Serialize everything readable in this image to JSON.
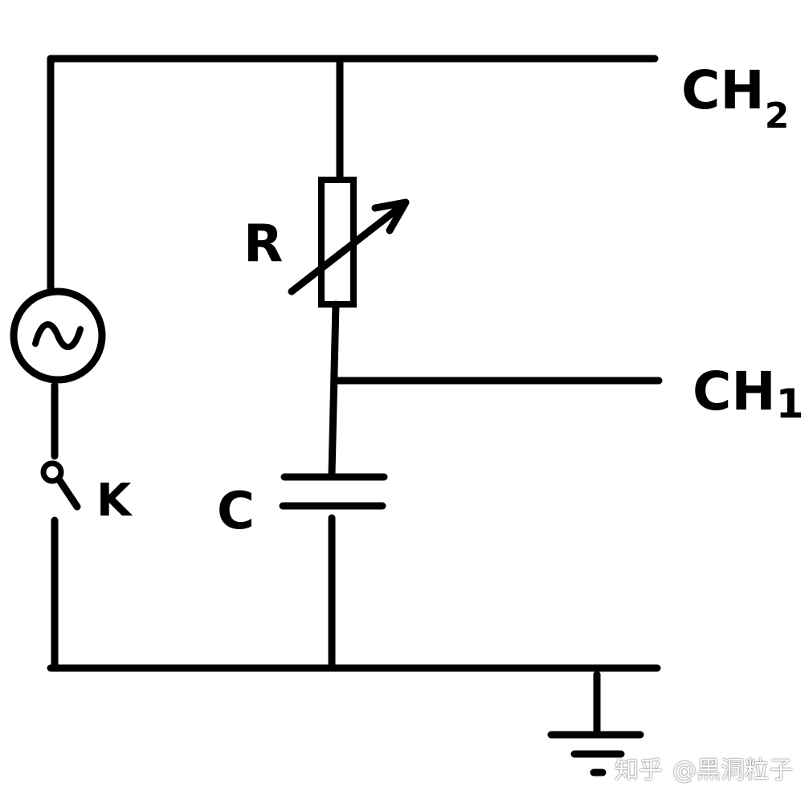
{
  "labels": {
    "resistor": "R",
    "capacitor": "C",
    "switch": "K",
    "channel2_main": "CH",
    "channel2_sub": "2",
    "channel1_main": "CH",
    "channel1_sub": "1"
  },
  "icons": {
    "source": "ac-source-icon",
    "ground": "ground-icon"
  },
  "watermark": {
    "logo": "知乎",
    "handle": "@黑洞粒子"
  },
  "colors": {
    "stroke": "#000000",
    "background": "#ffffff"
  }
}
